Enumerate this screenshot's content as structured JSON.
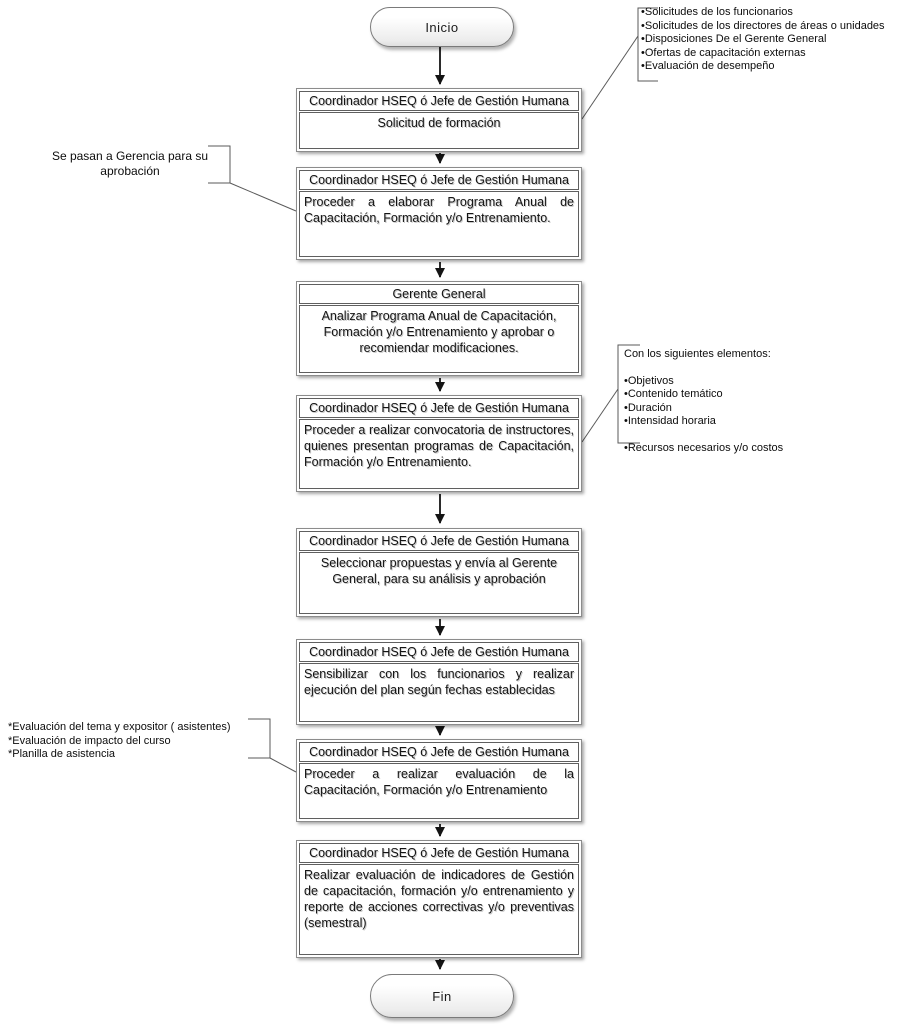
{
  "diagram": {
    "start_label": "Inicio",
    "end_label": "Fin",
    "steps": [
      {
        "header": "Coordinador HSEQ ó Jefe de Gestión Humana",
        "body": "Solicitud de formación"
      },
      {
        "header": "Coordinador HSEQ ó Jefe de Gestión Humana",
        "body": "Proceder a elaborar Programa Anual de Capacitación, Formación y/o Entrenamiento."
      },
      {
        "header": "Gerente General",
        "body": "Analizar Programa Anual de Capacitación, Formación y/o Entrenamiento y aprobar o recomiendar modificaciones."
      },
      {
        "header": "Coordinador HSEQ ó Jefe de Gestión Humana",
        "body": "Proceder a realizar convocatoria de instructores, quienes presentan programas de Capacitación, Formación y/o Entrenamiento."
      },
      {
        "header": "Coordinador HSEQ ó Jefe de Gestión Humana",
        "body": "Seleccionar propuestas y envía al Gerente General,  para su análisis y aprobación"
      },
      {
        "header": "Coordinador HSEQ ó Jefe de Gestión Humana",
        "body": "Sensibilizar con los funcionarios y realizar ejecución del plan según fechas establecidas"
      },
      {
        "header": "Coordinador HSEQ ó Jefe de Gestión Humana",
        "body": "Proceder a realizar evaluación de la Capacitación, Formación y/o Entrenamiento"
      },
      {
        "header": "Coordinador HSEQ ó Jefe de Gestión Humana",
        "body": "Realizar evaluación de indicadores de Gestión de capacitación, formación y/o entrenamiento y reporte de acciones correctivas y/o preventivas (semestral)"
      }
    ],
    "annotations": [
      {
        "id": "inputs",
        "lines": [
          "•Solicitudes de los funcionarios",
          "•Solicitudes de los directores de áreas o unidades",
          "•Disposiciones De el Gerente General",
          "•Ofertas de capacitación externas",
          "•Evaluación de desempeño"
        ]
      },
      {
        "id": "approval",
        "text": "Se pasan a Gerencia para su aprobación"
      },
      {
        "id": "elements",
        "title": "Con los siguientes elementos:",
        "lines": [
          "•Objetivos",
          "•Contenido temático",
          "•Duración",
          "•Intensidad horaria",
          "",
          "•Recursos necesarios y/o costos"
        ]
      },
      {
        "id": "records",
        "lines": [
          "*Evaluación del tema y expositor ( asistentes)",
          "*Evaluación de impacto del curso",
          "*Planilla de asistencia"
        ]
      }
    ],
    "colors": {
      "box_border": "#8c8c8c",
      "inner_border": "#5f5f5f",
      "arrow": "#2b2b2b",
      "connector": "#5a5a5a",
      "oval_fill_bottom": "#ececec"
    }
  }
}
